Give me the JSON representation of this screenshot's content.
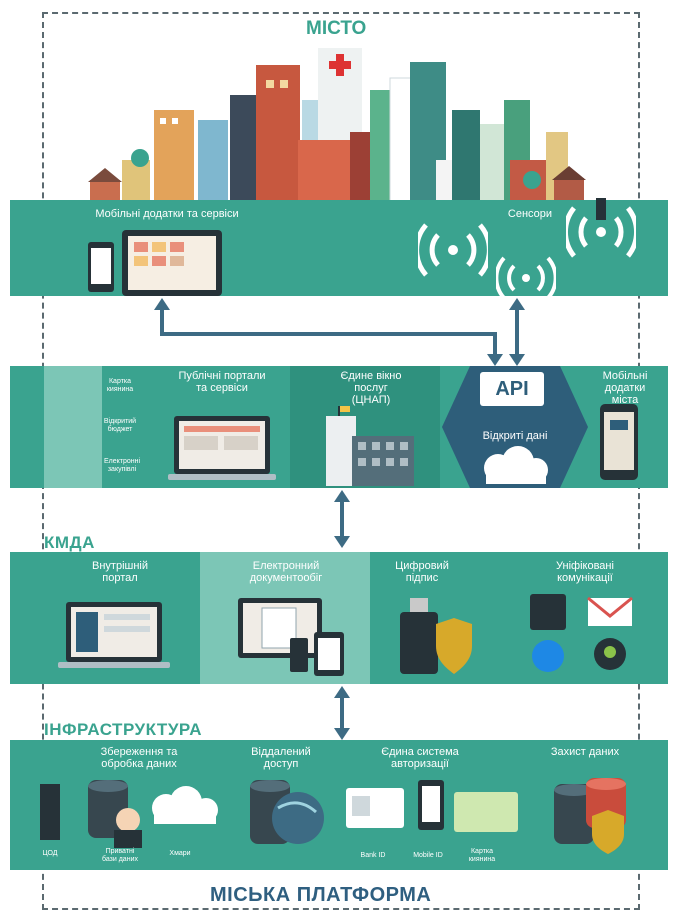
{
  "title": "МІСТО",
  "footer": "МІСЬКА ПЛАТФОРМА",
  "city_band": {
    "mobile": "Мобільні додатки та сервіси",
    "sensors": "Сенсори"
  },
  "portal_band": {
    "card": "Картка\nкиянина",
    "budget": "Відкритий\nбюджет",
    "procurement": "Електронні\nзакупівлі",
    "portals": "Публічні портали\nта сервіси",
    "cnap": "Єдине вікно\nпослуг\n(ЦНАП)",
    "api": "API",
    "open_data": "Відкриті дані",
    "mobile_city": "Мобільні\nдодатки міста"
  },
  "kmda": {
    "heading": "КМДА",
    "internal": "Внутрішній\nпортал",
    "docflow": "Електронний\nдокументообіг",
    "signature": "Цифровий\nпідпис",
    "comms": "Уніфіковані\nкомунікації"
  },
  "infra": {
    "heading": "ІНФРАСТРУКТУРА",
    "storage": "Збереження та\nобробка даних",
    "remote": "Віддалений\nдоступ",
    "auth": "Єдина система\nавторизації",
    "protection": "Захист даних",
    "dc": "ЦОД",
    "private_db": "Приватні\nбази даних",
    "clouds": "Хмари",
    "bank_id": "Bank ID",
    "mobile_id": "Mobile ID",
    "kyiv_card": "Картка\nкиянина"
  },
  "colors": {
    "band": "#3aa38f",
    "band_dark": "#2f917e",
    "band_light": "#7cc6b6",
    "heading": "#3aa38f",
    "footer": "#2f5f80",
    "arrow": "#3d6b84"
  }
}
